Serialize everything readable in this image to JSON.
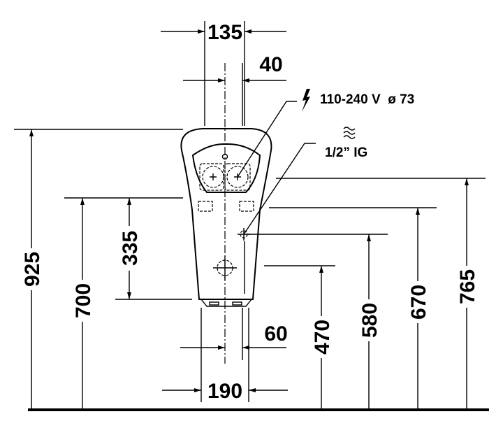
{
  "drawing": {
    "dimensions": {
      "top_width": "135",
      "offset_top": "40",
      "offset_bottom": "60",
      "bottom_width": "190",
      "total_height": "925",
      "rim_height": "700",
      "rim_to_base": "335",
      "outlet_height": "470",
      "water_inlet_height": "580",
      "height_670": "670",
      "power_height": "765"
    },
    "notes": {
      "power": "110-240 V  ø 73",
      "water": "1/2” IG"
    },
    "icons": [
      "lightning-icon",
      "water-waves-icon"
    ]
  }
}
